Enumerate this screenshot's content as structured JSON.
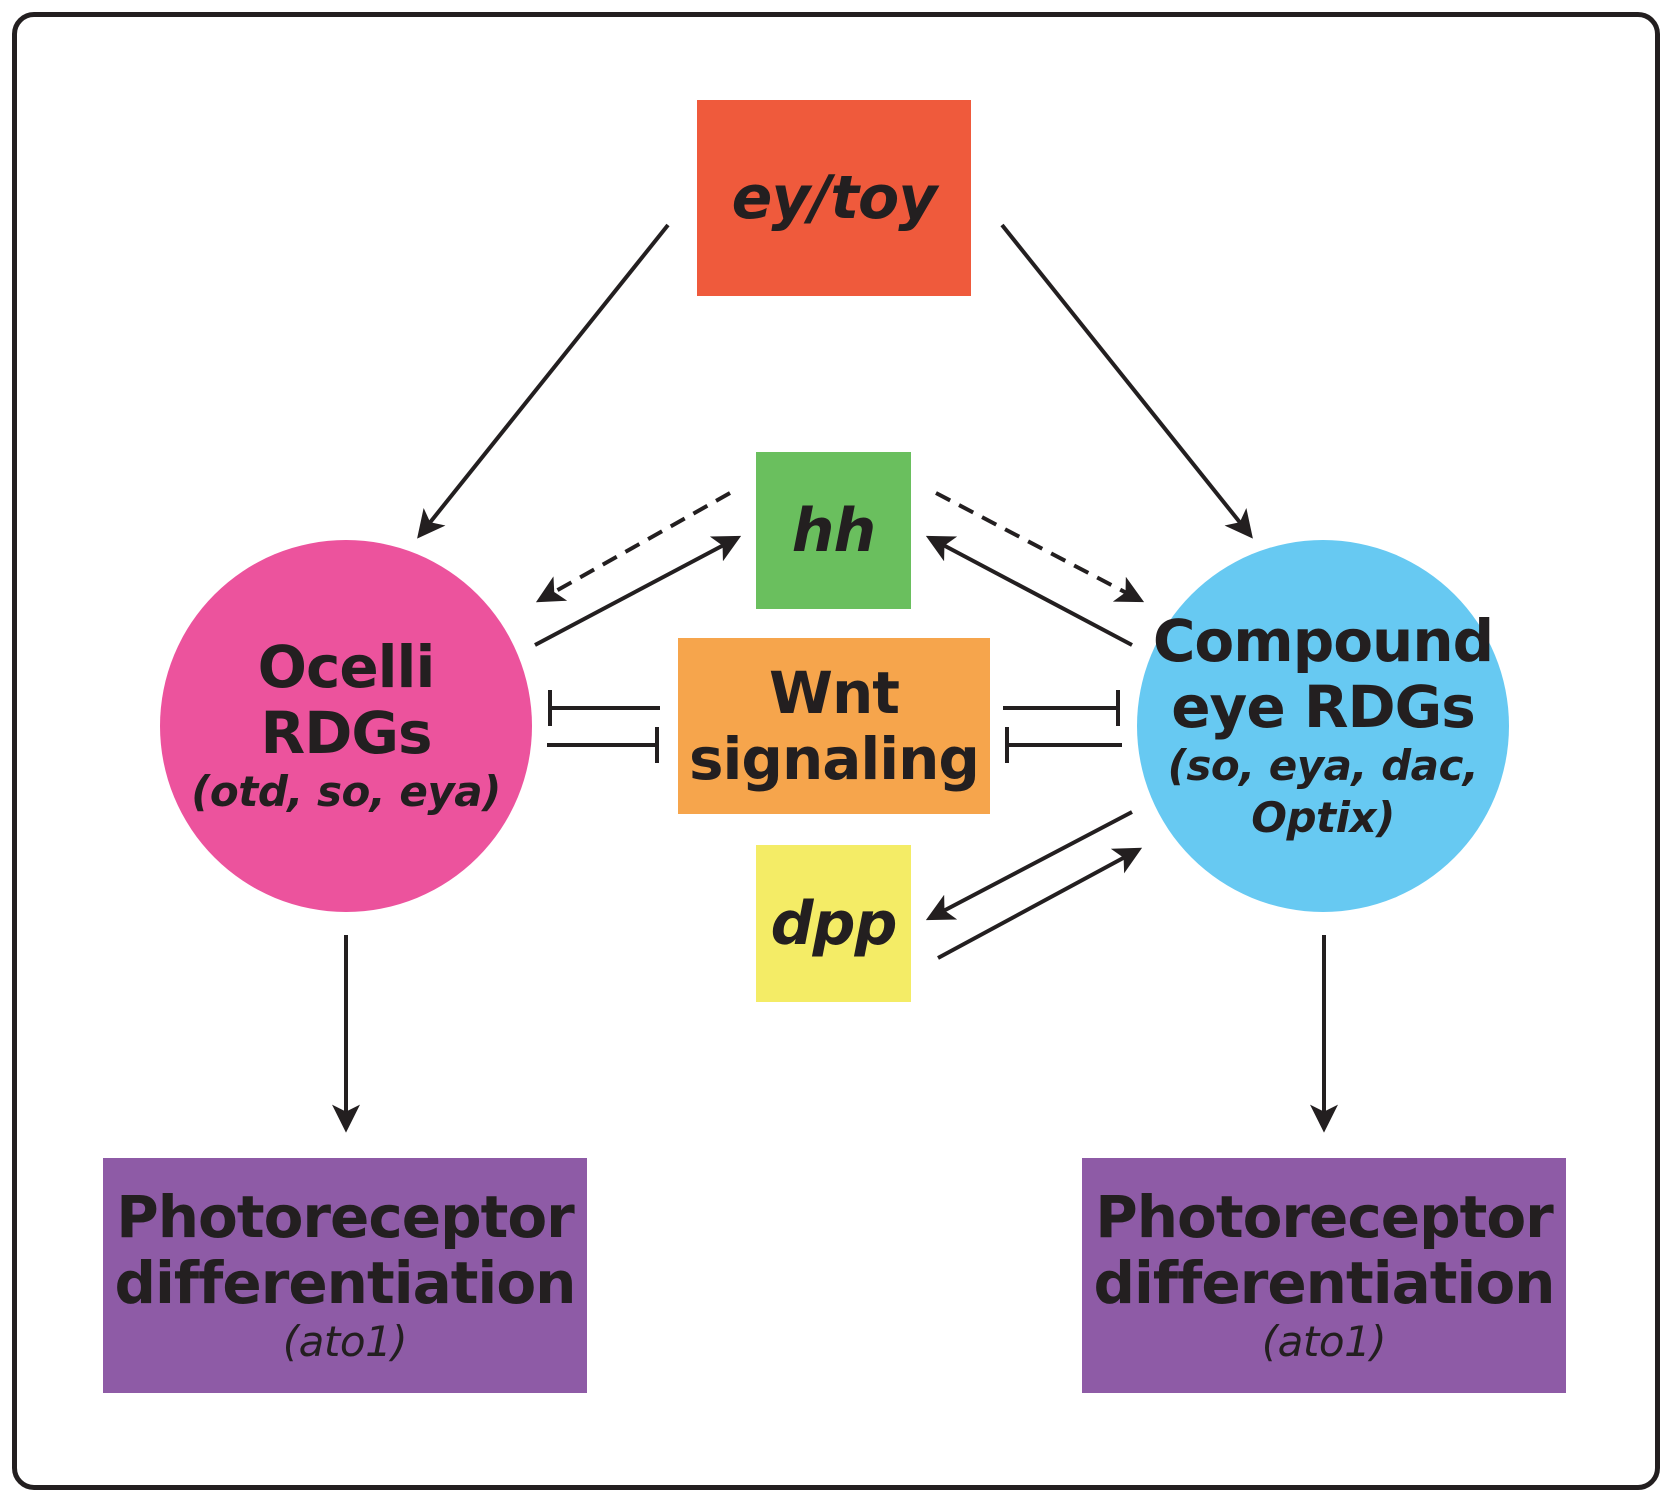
{
  "nodes": {
    "ey_toy": {
      "label": "ey/toy",
      "color": "#ef5a3c"
    },
    "hh": {
      "label": "hh",
      "color": "#6abf5e"
    },
    "wnt": {
      "line1": "Wnt",
      "line2": "signaling",
      "color": "#f6a54c"
    },
    "dpp": {
      "label": "dpp",
      "color": "#f4ec66"
    },
    "ocelli": {
      "line1": "Ocelli",
      "line2": "RDGs",
      "genes": "(otd, so, eya)",
      "color": "#ec539d"
    },
    "compound": {
      "line1": "Compound",
      "line2": "eye RDGs",
      "genes1": "(so, eya, dac,",
      "genes2": "Optix)",
      "color": "#67c9f2"
    },
    "photo_left": {
      "line1": "Photoreceptor",
      "line2": "differentiation",
      "genes": "(ato1)",
      "color": "#8e5ba6"
    },
    "photo_right": {
      "line1": "Photoreceptor",
      "line2": "differentiation",
      "genes": "(ato1)",
      "color": "#8e5ba6"
    }
  },
  "edges": [
    {
      "from": "ey_toy",
      "to": "ocelli",
      "type": "activates"
    },
    {
      "from": "ey_toy",
      "to": "compound",
      "type": "activates"
    },
    {
      "from": "ocelli",
      "to": "hh",
      "type": "activates"
    },
    {
      "from": "hh",
      "to": "ocelli",
      "type": "activates-dashed"
    },
    {
      "from": "compound",
      "to": "hh",
      "type": "activates"
    },
    {
      "from": "hh",
      "to": "compound",
      "type": "activates-dashed"
    },
    {
      "from": "wnt",
      "to": "ocelli",
      "type": "inhibits"
    },
    {
      "from": "ocelli",
      "to": "wnt",
      "type": "inhibits"
    },
    {
      "from": "wnt",
      "to": "compound",
      "type": "inhibits"
    },
    {
      "from": "compound",
      "to": "wnt",
      "type": "inhibits"
    },
    {
      "from": "compound",
      "to": "dpp",
      "type": "activates"
    },
    {
      "from": "dpp",
      "to": "compound",
      "type": "activates"
    },
    {
      "from": "ocelli",
      "to": "photo_left",
      "type": "activates"
    },
    {
      "from": "compound",
      "to": "photo_right",
      "type": "activates"
    }
  ]
}
